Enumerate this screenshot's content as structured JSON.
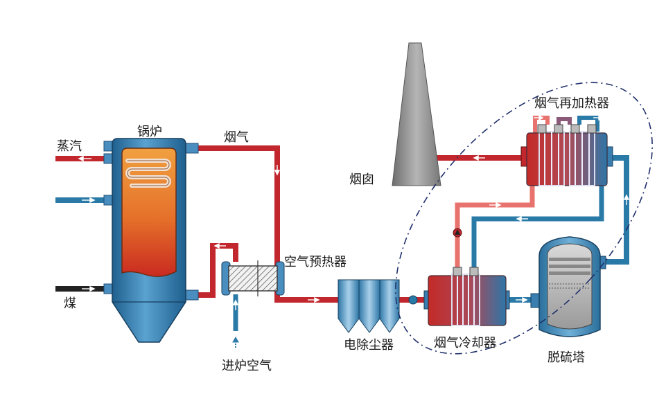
{
  "labels": {
    "steam": "蒸汽",
    "boiler": "锅炉",
    "flue_gas": "烟气",
    "coal": "煤",
    "air_preheater": "空气预热器",
    "furnace_air": "进炉空气",
    "esp": "电除尘器",
    "chimney": "烟囱",
    "flue_gas_cooler": "烟气冷却器",
    "flue_gas_reheater": "烟气再加热器",
    "desulfurization_tower": "脱硫塔"
  },
  "colors": {
    "red_pipe": "#c1272d",
    "pink_pipe": "#e8736e",
    "blue_pipe": "#2a7aa8",
    "black_pipe": "#222222",
    "vessel_blue": "#3d86b8",
    "boiler_orange": "#e8762a",
    "chimney_gray": "#8c8c8c",
    "dash_circle": "#1f2f6b"
  }
}
